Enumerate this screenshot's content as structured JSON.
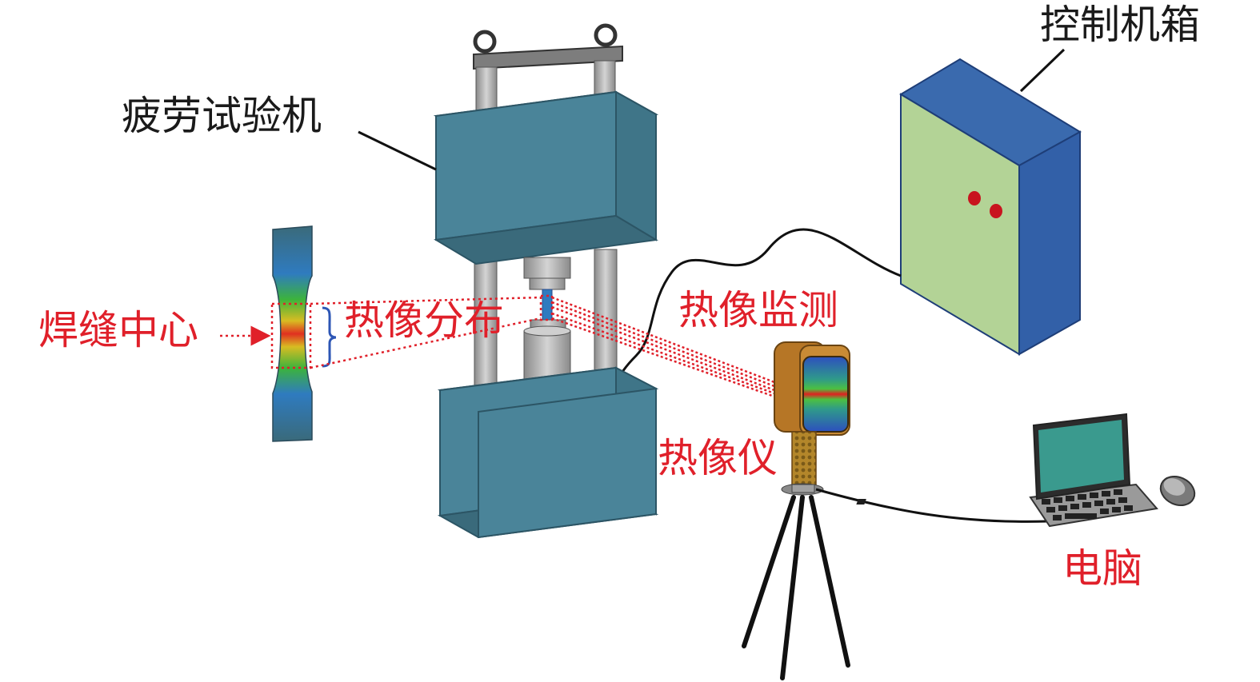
{
  "labels": {
    "fatigue_machine": "疲劳试验机",
    "control_cabinet": "控制机箱",
    "weld_center": "焊缝中心",
    "thermal_distribution": "热像分布",
    "thermal_monitoring": "热像监测",
    "thermal_camera": "热像仪",
    "computer": "电脑"
  },
  "colors": {
    "red_label": "#e0202a",
    "black_label": "#1a1a1a",
    "machine_body": "#4a8499",
    "column": "#9a9a9a",
    "cabinet_front": "#b3d396",
    "cabinet_side": "#3260a8",
    "camera_body": "#b67626",
    "laptop_screen": "#3a9a8e"
  }
}
